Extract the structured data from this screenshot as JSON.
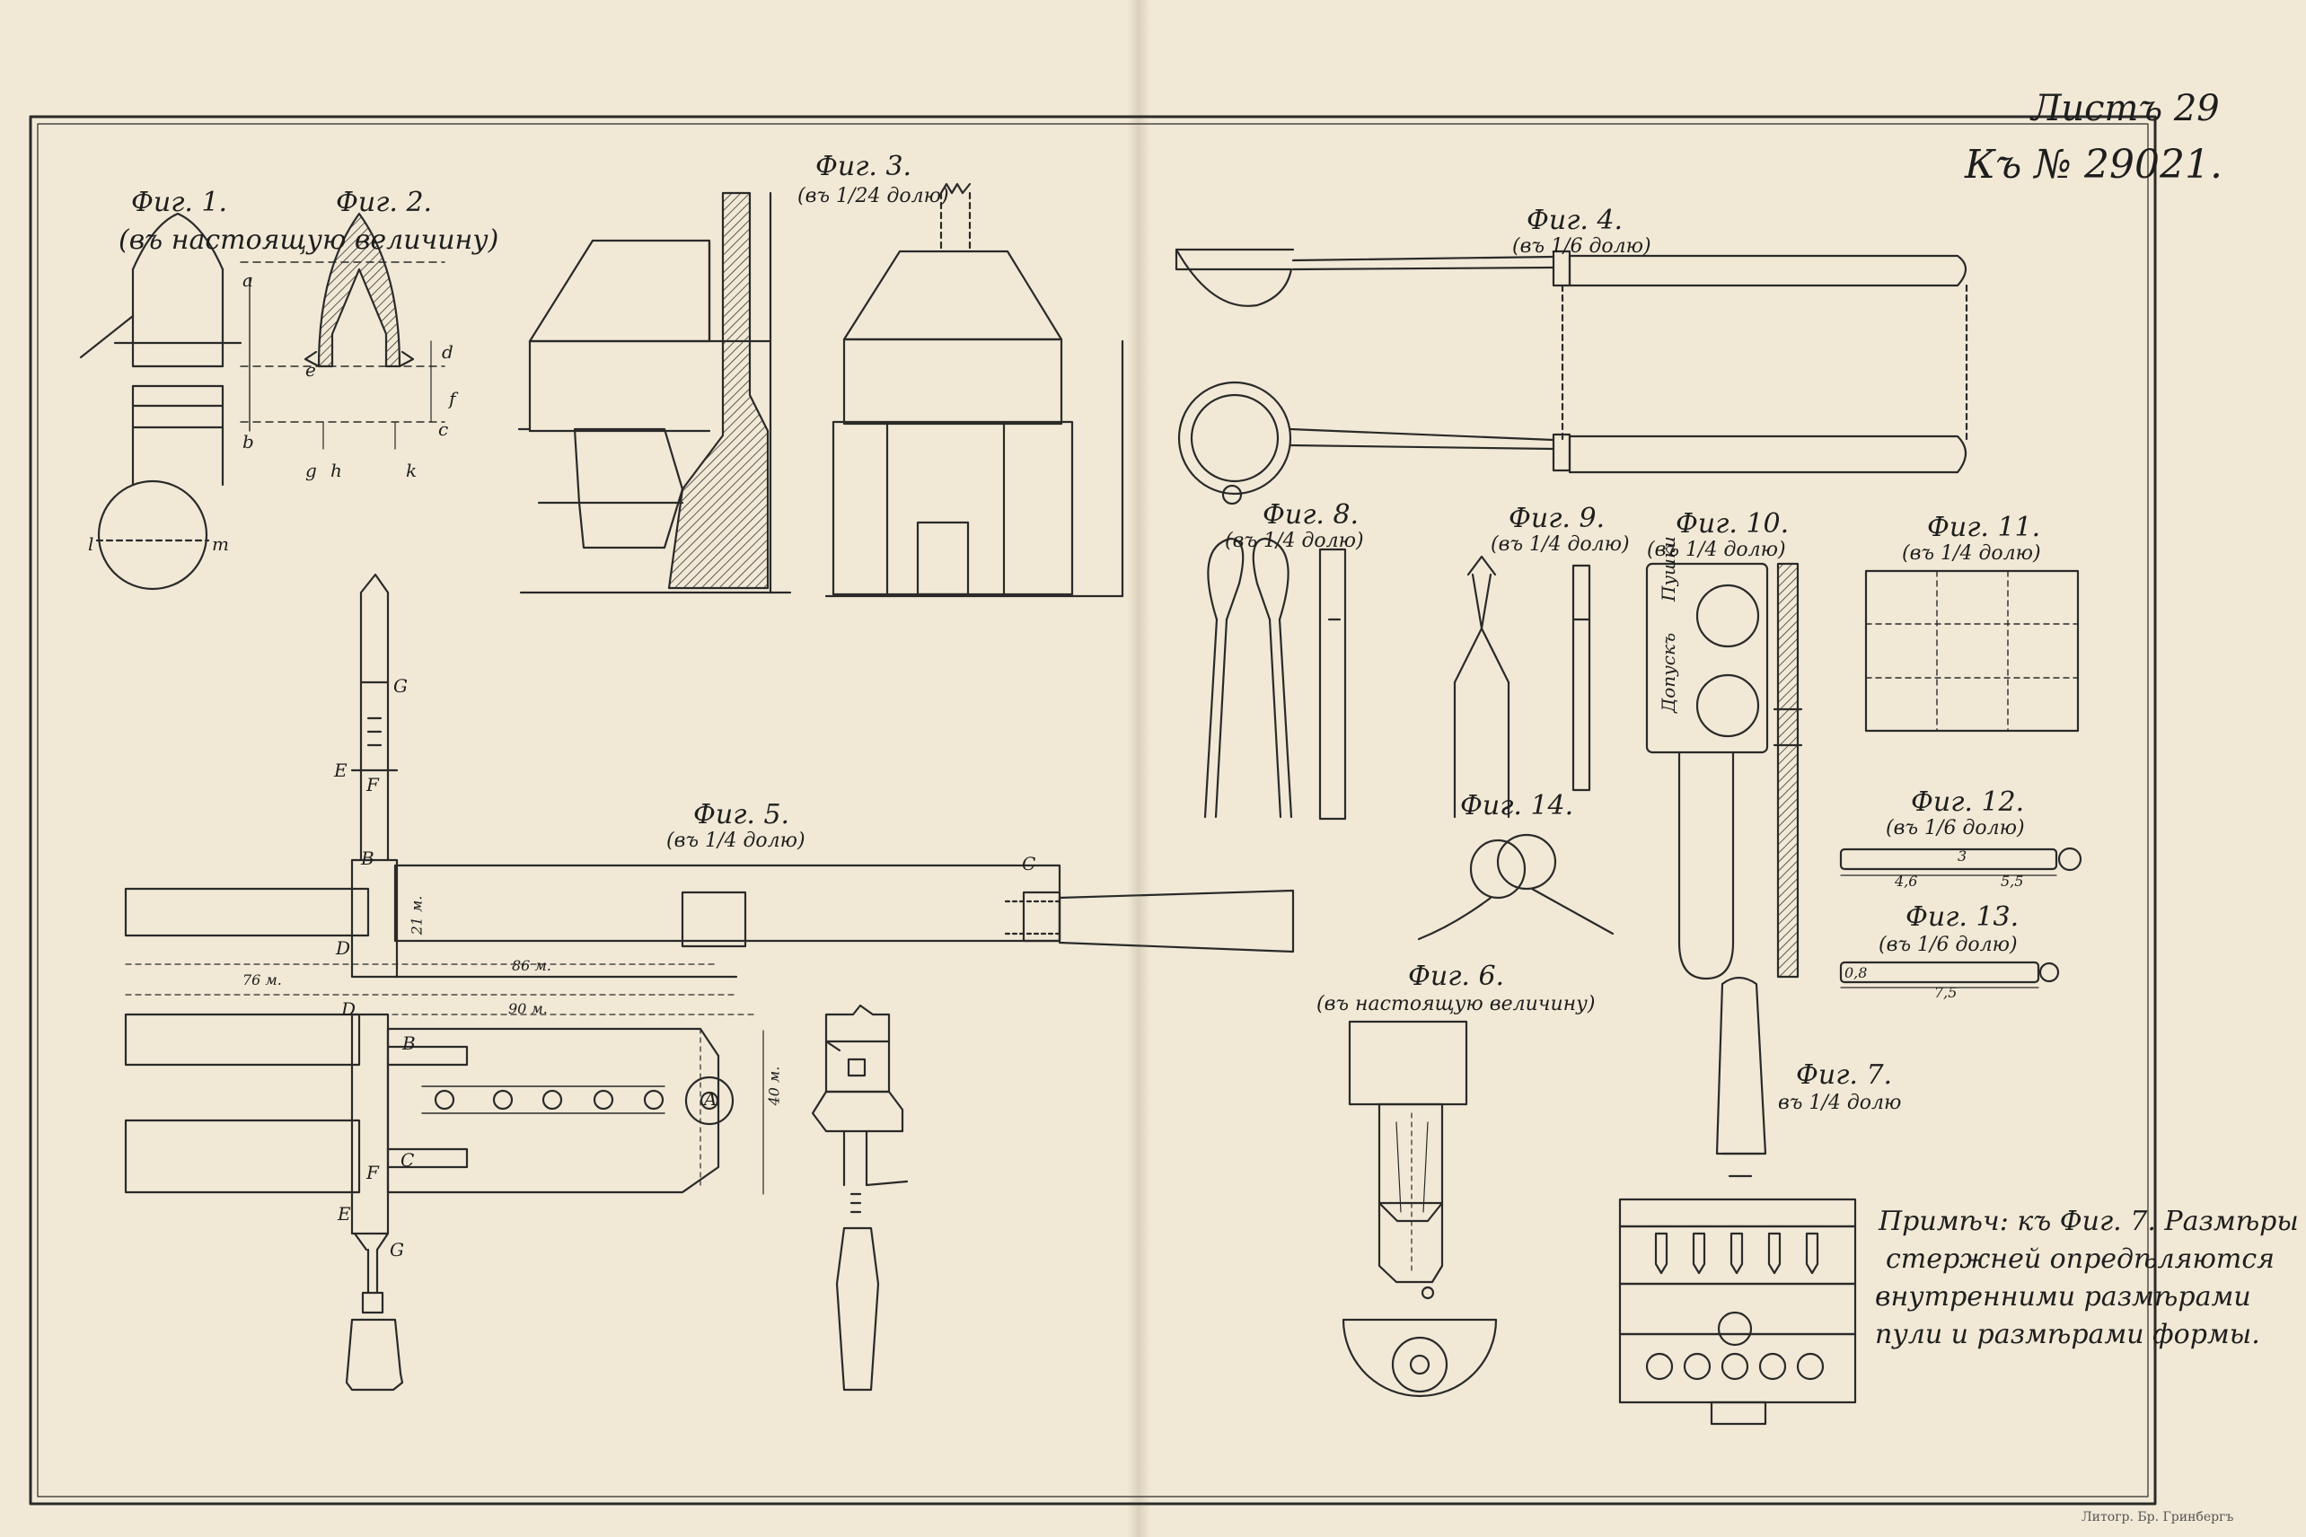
{
  "sheet": {
    "sheet_label": "Листъ 29",
    "privilege_label": "Къ № 29021.",
    "imprint": "Литогр. Бр. Гринбергъ"
  },
  "figures": {
    "fig1": {
      "title": "Фиг. 1."
    },
    "fig2": {
      "title": "Фиг. 2."
    },
    "fig12_scale": "(въ настоящую величину)",
    "fig3": {
      "title": "Фиг. 3.",
      "scale": "(въ 1/24 долю)"
    },
    "fig4": {
      "title": "Фиг. 4.",
      "scale": "(въ 1/6 долю)"
    },
    "fig5": {
      "title": "Фиг. 5.",
      "scale": "(въ 1/4 долю)"
    },
    "fig6": {
      "title": "Фиг. 6.",
      "scale": "(въ настоящую величину)"
    },
    "fig7": {
      "title": "Фиг. 7.",
      "scale": "въ 1/4 долю"
    },
    "fig8": {
      "title": "Фиг. 8.",
      "scale": "(въ 1/4 долю)"
    },
    "fig9": {
      "title": "Фиг. 9.",
      "scale": "(въ 1/4 долю)"
    },
    "fig10": {
      "title": "Фиг. 10.",
      "scale": "(въ 1/4 долю)"
    },
    "fig11": {
      "title": "Фиг. 11.",
      "scale": "(въ 1/4 долю)"
    },
    "fig12": {
      "title": "Фиг. 12.",
      "scale": "(въ 1/6 долю)"
    },
    "fig13": {
      "title": "Фиг. 13.",
      "scale": "(въ 1/6 долю)"
    },
    "fig14": {
      "title": "Фиг. 14."
    }
  },
  "note": {
    "lines": [
      "Примѣч: къ Фиг. 7. Размѣры",
      "стержней опредѣляются",
      "внутренними размѣрами",
      "пули и размѣрами формы."
    ]
  },
  "stamp_words": {
    "top": "Пушки",
    "bottom": "Допускъ"
  },
  "letters": {
    "a": "a",
    "b": "b",
    "c": "c",
    "d": "d",
    "e": "e",
    "f": "f",
    "g": "g",
    "h": "h",
    "k": "k",
    "l": "l",
    "m": "m",
    "A": "A",
    "B": "B",
    "C": "C",
    "D": "D",
    "E": "E",
    "F": "F",
    "G": "G"
  },
  "dimensions": {
    "d76": "76 м.",
    "d86": "86 м.",
    "d90": "90 м.",
    "d40": "40 м.",
    "d21": "21 м.",
    "d46": "4,6",
    "d3": "3",
    "d55": "5,5",
    "d75": "7,5",
    "d08": "0,8"
  }
}
